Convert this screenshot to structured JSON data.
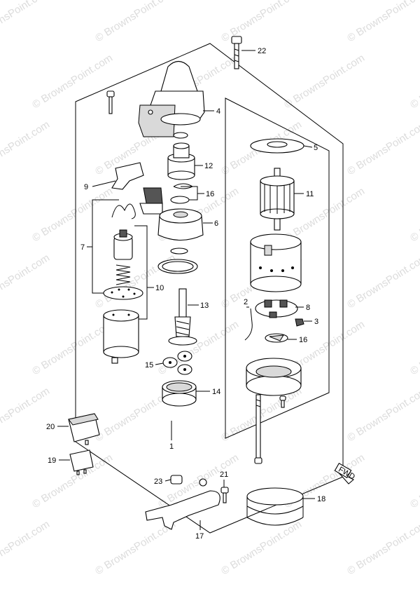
{
  "watermark": {
    "text": "© BrownsPoint.com"
  },
  "direction_marker": {
    "text": "FWD"
  },
  "callouts": [
    {
      "id": "1",
      "text": "1"
    },
    {
      "id": "2",
      "text": "2"
    },
    {
      "id": "3",
      "text": "3"
    },
    {
      "id": "4",
      "text": "4"
    },
    {
      "id": "5",
      "text": "5"
    },
    {
      "id": "6",
      "text": "6"
    },
    {
      "id": "7",
      "text": "7"
    },
    {
      "id": "8",
      "text": "8"
    },
    {
      "id": "9",
      "text": "9"
    },
    {
      "id": "10",
      "text": "10"
    },
    {
      "id": "11",
      "text": "11"
    },
    {
      "id": "12",
      "text": "12"
    },
    {
      "id": "13",
      "text": "13"
    },
    {
      "id": "14",
      "text": "14"
    },
    {
      "id": "15",
      "text": "15"
    },
    {
      "id": "16a",
      "text": "16"
    },
    {
      "id": "16b",
      "text": "16"
    },
    {
      "id": "17",
      "text": "17"
    },
    {
      "id": "18",
      "text": "18"
    },
    {
      "id": "19",
      "text": "19"
    },
    {
      "id": "20",
      "text": "20"
    },
    {
      "id": "21",
      "text": "21"
    },
    {
      "id": "22",
      "text": "22"
    },
    {
      "id": "23",
      "text": "23"
    }
  ]
}
